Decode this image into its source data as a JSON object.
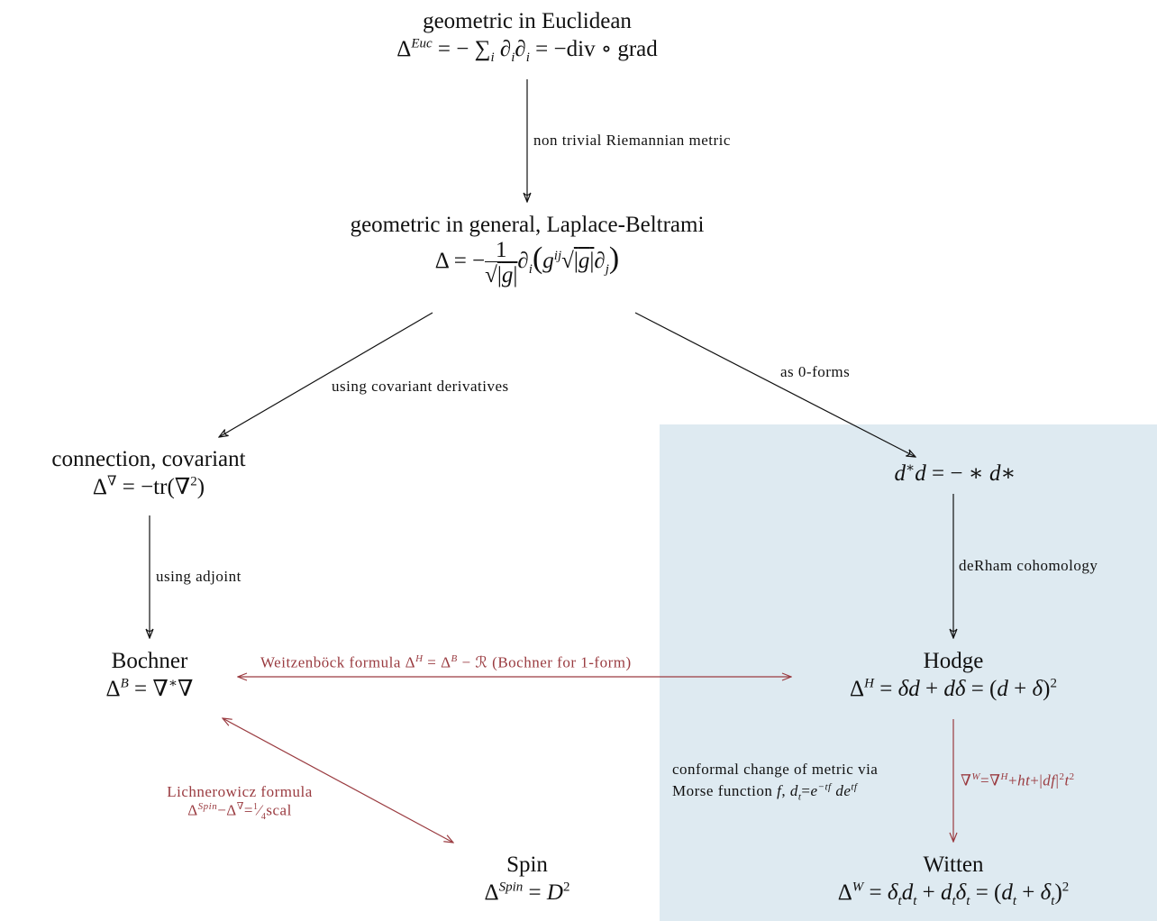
{
  "colors": {
    "text": "#111111",
    "accent_red": "#9a3b40",
    "shade_blue": "#deeaf1"
  },
  "nodes": {
    "euclidean": {
      "title": "geometric in Euclidean",
      "formula": "Δ^Euc = − ∑ᵢ ∂ᵢ∂ᵢ = −div ∘ grad"
    },
    "laplace_beltrami": {
      "title": "geometric in general, Laplace-Beltrami",
      "formula": "Δ = − (1/√|g|) ∂ᵢ( g^ij √|g| ∂ⱼ )"
    },
    "connection": {
      "title": "connection, covariant",
      "formula": "Δ^∇ = −tr(∇²)"
    },
    "dstar_d": {
      "formula": "d*d = − ∗ d∗"
    },
    "bochner": {
      "title": "Bochner",
      "formula": "Δ^B = ∇*∇"
    },
    "hodge": {
      "title": "Hodge",
      "formula": "Δ^H = δd + dδ = (d + δ)²"
    },
    "spin": {
      "title": "Spin",
      "formula": "Δ^Spin = D²"
    },
    "witten": {
      "title": "Witten",
      "formula": "Δ^W = δₜdₜ + dₜδₜ = (dₜ + δₜ)²"
    }
  },
  "edges": {
    "euc_to_lb": "non trivial Riemannian metric",
    "lb_to_connection": "using covariant derivatives",
    "lb_to_dstar": "as 0-forms",
    "connection_to_bochner": "using adjoint",
    "dstar_to_hodge": "deRham cohomology",
    "bochner_hodge": "Weitzenböck formula Δ^H = Δ^B − ℛ (Bochner for 1-form)",
    "lichnerowicz_line1": "Lichnerowicz formula",
    "lichnerowicz_line2": "Δ^Spin−Δ^∇=¼scal",
    "conformal_line1": "conformal change of metric via",
    "conformal_line2": "Morse function f,  dₜ=e^−tf de^tf",
    "witten_formula": "∇^W=∇^H+ht+|df|²t²"
  }
}
